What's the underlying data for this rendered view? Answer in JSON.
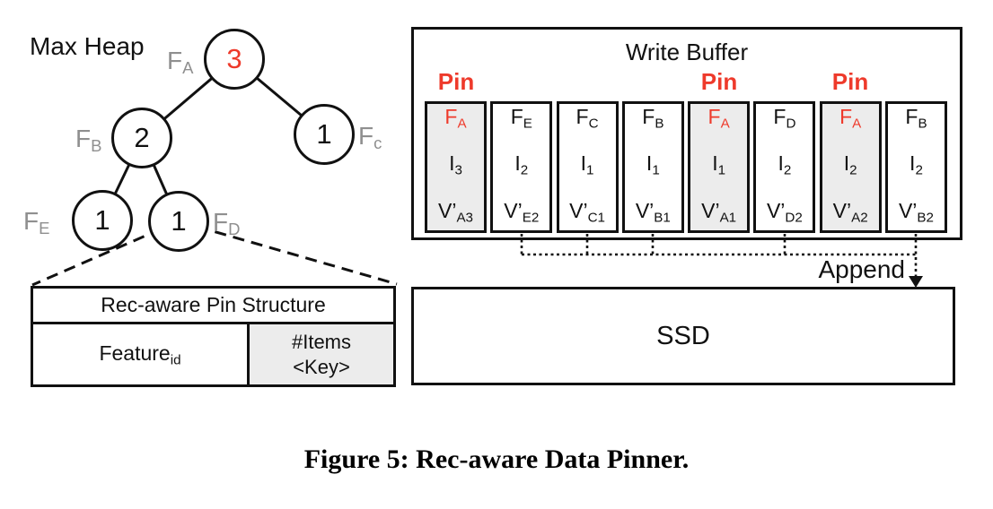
{
  "colors": {
    "accent_red": "#ee3a2b",
    "label_gray": "#8f8f8f",
    "cell_shade": "#ececec",
    "line_black": "#111111"
  },
  "heap": {
    "title": "Max Heap",
    "nodes": {
      "root": {
        "label": "F",
        "label_sub": "A",
        "value": "3"
      },
      "b": {
        "label": "F",
        "label_sub": "B",
        "value": "2"
      },
      "c": {
        "label": "F",
        "label_sub": "c",
        "value": "1"
      },
      "e": {
        "label": "F",
        "label_sub": "E",
        "value": "1"
      },
      "d": {
        "label": "F",
        "label_sub": "D",
        "value": "1"
      }
    }
  },
  "pin_structure": {
    "title": "Rec-aware Pin Structure",
    "feature_base": "Feature",
    "feature_sub": "id",
    "items_line1": "#Items",
    "items_line2": "<Key>"
  },
  "write_buffer": {
    "title": "Write Buffer",
    "pin_label": "Pin",
    "cells": [
      {
        "f": "F",
        "f_sub": "A",
        "i": "I",
        "i_sub": "3",
        "v": "V’",
        "v_sub": "A3",
        "pinned": true
      },
      {
        "f": "F",
        "f_sub": "E",
        "i": "I",
        "i_sub": "2",
        "v": "V’",
        "v_sub": "E2",
        "pinned": false
      },
      {
        "f": "F",
        "f_sub": "C",
        "i": "I",
        "i_sub": "1",
        "v": "V’",
        "v_sub": "C1",
        "pinned": false
      },
      {
        "f": "F",
        "f_sub": "B",
        "i": "I",
        "i_sub": "1",
        "v": "V’",
        "v_sub": "B1",
        "pinned": false
      },
      {
        "f": "F",
        "f_sub": "A",
        "i": "I",
        "i_sub": "1",
        "v": "V’",
        "v_sub": "A1",
        "pinned": true
      },
      {
        "f": "F",
        "f_sub": "D",
        "i": "I",
        "i_sub": "2",
        "v": "V’",
        "v_sub": "D2",
        "pinned": false
      },
      {
        "f": "F",
        "f_sub": "A",
        "i": "I",
        "i_sub": "2",
        "v": "V’",
        "v_sub": "A2",
        "pinned": true
      },
      {
        "f": "F",
        "f_sub": "B",
        "i": "I",
        "i_sub": "2",
        "v": "V’",
        "v_sub": "B2",
        "pinned": false
      }
    ]
  },
  "append_label": "Append",
  "ssd_label": "SSD",
  "caption": "Figure 5: Rec-aware Data Pinner."
}
